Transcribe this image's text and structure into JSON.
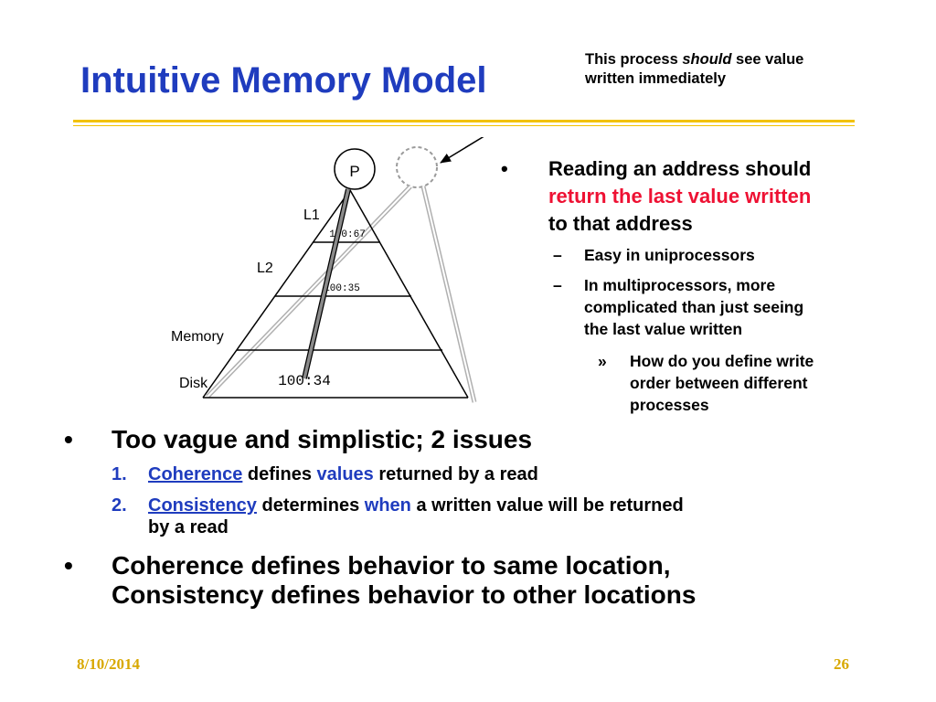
{
  "colors": {
    "title": "#1f3cbe",
    "accent_red": "#ee1133",
    "accent_blue": "#1f3cbe",
    "rule": "#f2c200",
    "footer": "#d8a800",
    "diagram_line": "#000000",
    "diagram_gray": "#8a8a8a"
  },
  "slide": {
    "title": "Intuitive Memory Model",
    "date": "8/10/2014",
    "page_number": "26"
  },
  "callout": {
    "before": "This process ",
    "emphasis": "should",
    "after": " see value",
    "line2": "written immediately"
  },
  "diagram": {
    "processor_label": "P",
    "levels": [
      "L1",
      "L2",
      "Memory",
      "Disk"
    ],
    "l1_value": "100:67",
    "l2_value": "100:35",
    "disk_value": "100:34"
  },
  "right_column": {
    "bullet_mark": "•",
    "line1": "Reading an address should",
    "line2_highlight": "return the last value written",
    "line3": "to that address",
    "sub": [
      {
        "mark": "–",
        "lines": [
          "Easy in uniprocessors"
        ]
      },
      {
        "mark": "–",
        "lines": [
          "In multiprocessors, more",
          "complicated than just seeing",
          "the last value written"
        ]
      }
    ],
    "subsub": {
      "mark": "»",
      "lines": [
        "How do you define write",
        "order between different",
        "processes"
      ]
    }
  },
  "bottom": {
    "bullet_mark": "•",
    "bullet1": "Too vague and simplistic; 2 issues",
    "item1": {
      "num": "1.",
      "term": "Coherence",
      "mid": " defines ",
      "key": "values",
      "rest": " returned by a read"
    },
    "item2": {
      "num": "2.",
      "term": "Consistency",
      "mid": " determines ",
      "key": "when",
      "rest": " a written value will be returned",
      "line2": "by a read"
    },
    "bullet2_line1": "Coherence defines behavior to same location,",
    "bullet2_line2": "Consistency defines behavior to other locations"
  }
}
